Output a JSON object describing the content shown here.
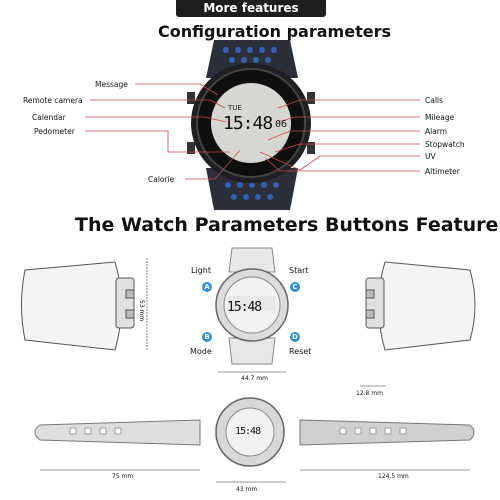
{
  "banner": "More features",
  "section1_title": "Configuration parameters",
  "section2_title": "The Watch Parameters  Buttons Feature",
  "left_labels": [
    "Message",
    "Remote camera",
    "Calendar",
    "Pedometer",
    "Calorie"
  ],
  "right_labels": [
    "Calls",
    "Mileage",
    "Alarm",
    "Stopwatch",
    "UV",
    "Altimeter"
  ],
  "watch_display": {
    "day": "TUE",
    "time": "15:48",
    "seconds": "06"
  },
  "buttons": {
    "light": {
      "letter": "A",
      "label": "Light"
    },
    "start": {
      "letter": "C",
      "label": "Start"
    },
    "mode": {
      "letter": "B",
      "label": "Mode"
    },
    "reset": {
      "letter": "D",
      "label": "Reset"
    }
  },
  "dimensions": {
    "height": "53 mm",
    "width": "44.7 mm",
    "thickness": "12.8 mm",
    "strap_left": "75 mm",
    "strap_right": "124.5 mm",
    "case": "43 mm"
  },
  "colors": {
    "accent": "#2f8fd6",
    "strap": "#2b2f3a",
    "leader": "#c64a4a",
    "banner_bg": "#1e1e1e"
  }
}
